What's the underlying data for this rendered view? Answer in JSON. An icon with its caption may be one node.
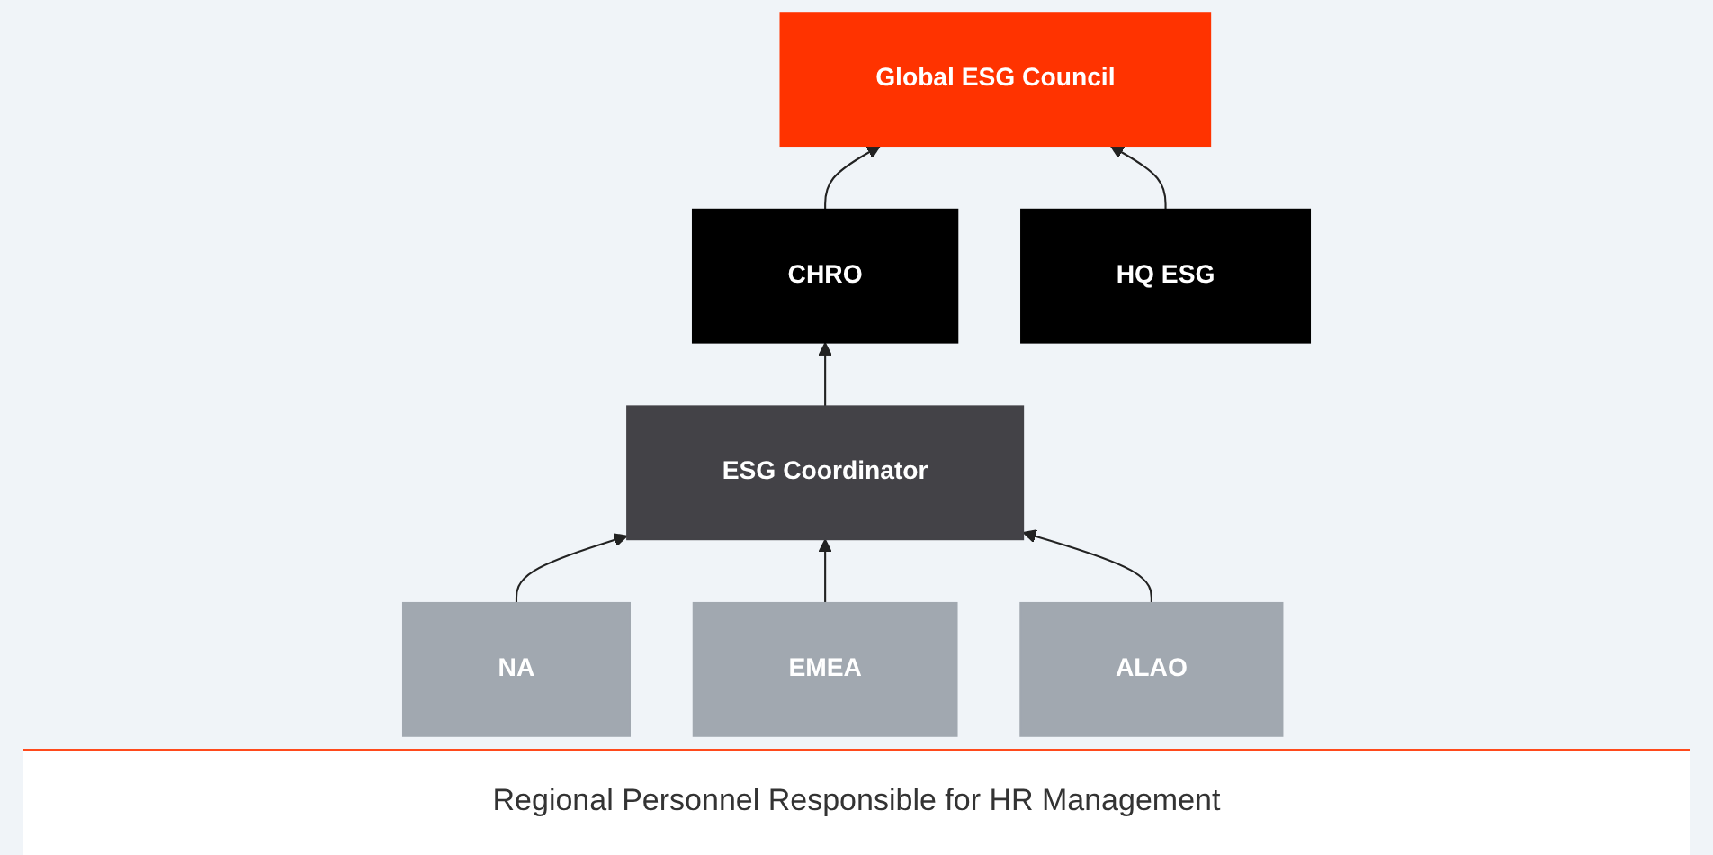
{
  "diagram": {
    "caption": "Regional Personnel Responsible for HR Management",
    "nodes": [
      {
        "text": [
          "Global ESG Council"
        ]
      },
      {
        "text": [
          "HQ ESG"
        ]
      },
      {
        "text": [
          "CHRO"
        ]
      },
      {
        "text": [
          "ESG Coordinator"
        ]
      },
      {
        "text": [
          "NA"
        ]
      },
      {
        "text": [
          "EMEA"
        ]
      },
      {
        "text": [
          "ALAO"
        ]
      }
    ],
    "edges": [
      {
        "from": 4,
        "to": 3,
        "arrow": "to"
      },
      {
        "from": 5,
        "to": 3,
        "arrow": "to"
      },
      {
        "from": 6,
        "to": 3,
        "arrow": "to"
      },
      {
        "from": 3,
        "to": 2,
        "arrow": "to"
      },
      {
        "from": 2,
        "to": 0,
        "arrow": "to"
      },
      {
        "from": 1,
        "to": 0,
        "arrow": "to"
      }
    ]
  }
}
